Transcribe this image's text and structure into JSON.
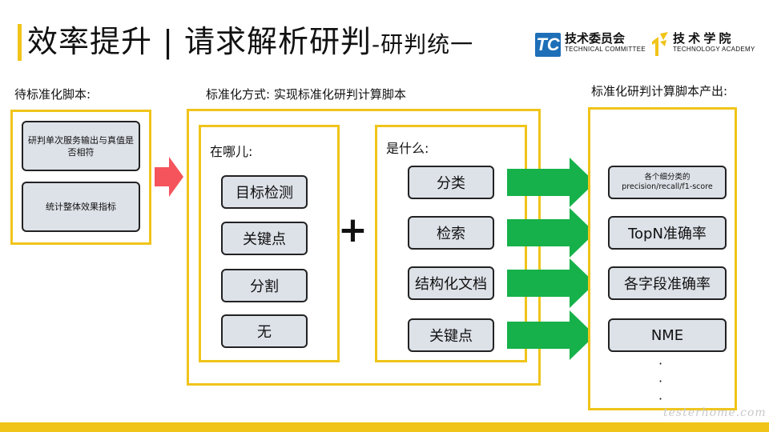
{
  "header": {
    "title_main": "效率提升 | 请求解析研判",
    "title_sub": "-研判统一",
    "logo_tc": {
      "badge": "TC",
      "name": "技术委员会",
      "sub": "TECHNICAL COMMITTEE"
    },
    "logo_ta": {
      "name": "技 术 学 院",
      "sub": "TECHNOLOGY ACADEMY"
    }
  },
  "left": {
    "label": "待标准化脚本:",
    "items": [
      "研判单次服务输出与真值是否相符",
      "统计整体效果指标"
    ]
  },
  "middle": {
    "label": "标准化方式: 实现标准化研判计算脚本",
    "where": {
      "label": "在哪儿:",
      "items": [
        "目标检测",
        "关键点",
        "分割",
        "无"
      ]
    },
    "plus": "+",
    "what": {
      "label": "是什么:",
      "items": [
        "分类",
        "检索",
        "结构化文档",
        "关键点"
      ]
    }
  },
  "right": {
    "label": "标准化研判计算脚本产出:",
    "items": [
      "各个细分类的 precision/recall/f1-score",
      "TopN准确率",
      "各字段准确率",
      "NME"
    ],
    "ellipsis": [
      "·",
      "·",
      "·"
    ]
  },
  "watermark": "testerhome.com",
  "colors": {
    "panel_border": "#f0c419",
    "green_arrow": "#16b14a",
    "red_arrow": "#f5545c",
    "tc_blue": "#1e6fb8"
  }
}
